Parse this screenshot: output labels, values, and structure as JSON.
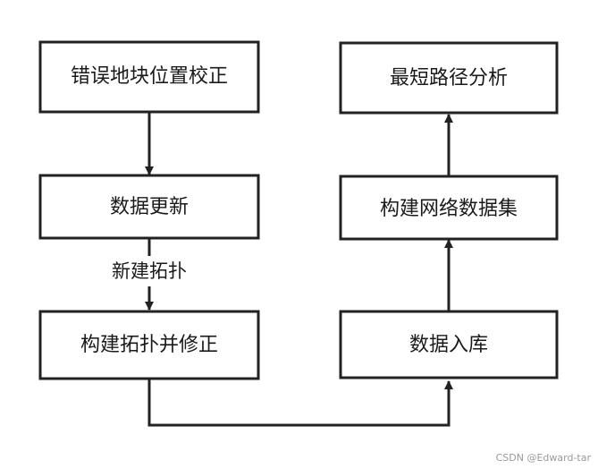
{
  "nodes": {
    "error_block_correction": "错误地块位置校正",
    "data_update": "数据更新",
    "build_topology_fix": "构建拓扑并修正",
    "shortest_path_analysis": "最短路径分析",
    "build_network_dataset": "构建网络数据集",
    "data_storage": "数据入库"
  },
  "edges": {
    "new_topology_label": "新建拓扑"
  },
  "watermark": "CSDN @Edward-tar"
}
